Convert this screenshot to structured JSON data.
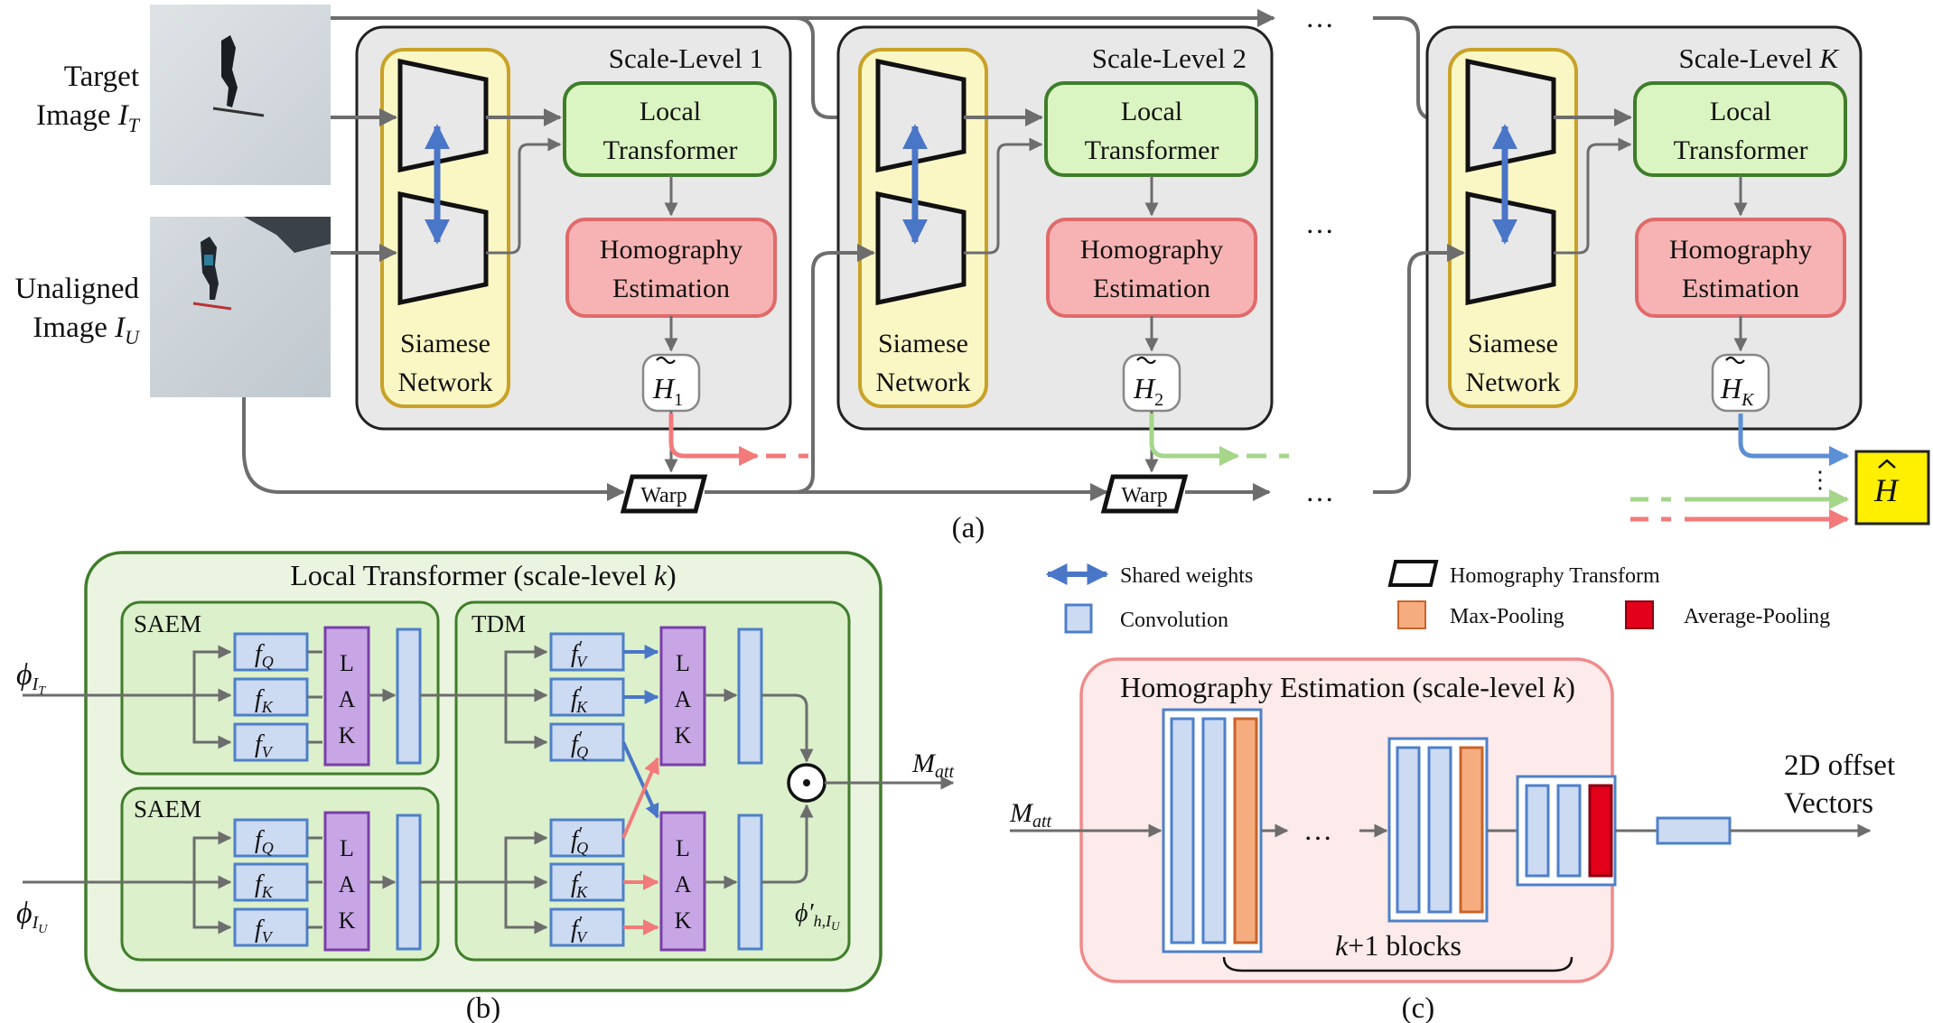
{
  "panel_a": {
    "caption": "(a)",
    "target_label": "Target",
    "target_label2": "Image ",
    "target_symbol": "I",
    "target_sub": "T",
    "unaligned_label": "Unaligned",
    "unaligned_label2": "Image ",
    "unaligned_symbol": "I",
    "unaligned_sub": "U",
    "scale_levels": [
      {
        "title": "Scale-Level 1",
        "h_sub": "1"
      },
      {
        "title": "Scale-Level 2",
        "h_sub": "2"
      },
      {
        "title_prefix": "Scale-Level ",
        "title_var": "K",
        "h_sub": "K"
      }
    ],
    "siamese_line1": "Siamese",
    "siamese_line2": "Network",
    "local_line1": "Local",
    "local_line2": "Transformer",
    "homog_line1": "Homography",
    "homog_line2": "Estimation",
    "h_symbol": "H",
    "warp": "Warp",
    "ellipsis": "…",
    "final_symbol": "H"
  },
  "legend": {
    "shared_weights": "Shared weights",
    "homography_transform": "Homography Transform",
    "convolution": "Convolution",
    "max_pooling": "Max-Pooling",
    "average_pooling": "Average-Pooling"
  },
  "panel_b": {
    "caption": "(b)",
    "title": "Local Transformer (scale-level ",
    "title_var": "k",
    "title_end": ")",
    "saem": "SAEM",
    "tdm": "TDM",
    "f": "f",
    "q": "Q",
    "k": "K",
    "v": "V",
    "lak": [
      "L",
      "A",
      "K"
    ],
    "phi": "ϕ",
    "phi_sub_t": "I",
    "phi_sub_t2": "T",
    "phi_sub_u": "I",
    "phi_sub_u2": "U",
    "phi_h": "ϕ′",
    "phi_h_sub": "h,I",
    "phi_h_sub2": "U",
    "odot": "⊙",
    "m_att": "M",
    "m_att_sub": "att"
  },
  "panel_c": {
    "caption": "(c)",
    "title": "Homography Estimation (scale-level ",
    "title_var": "k",
    "title_end": ")",
    "m_att": "M",
    "m_att_sub": "att",
    "blocks_var": "k",
    "blocks_text": "+1 blocks",
    "output_line1": "2D offset",
    "output_line2": "Vectors",
    "ellipsis": "…"
  },
  "colors": {
    "scale_bg": "#e8e8e8",
    "siamese_bg": "#fbf7c5",
    "siamese_border": "#c9a227",
    "local_bg": "#dbf5c2",
    "local_border": "#3f7d2a",
    "homog_bg": "#f7b3b3",
    "homog_border": "#e06a6a",
    "shared_arrow": "#4a76c8",
    "conv_fill": "#ccdaf2",
    "conv_border": "#4e80c9",
    "max_pool": "#f5ad7f",
    "avg_pool": "#e3001a",
    "lak_fill": "#c8a6e6",
    "lak_border": "#7a3fa8",
    "final_bg": "#ffef00",
    "red_arrow": "#f27a7a",
    "green_arrow": "#a5d68a"
  }
}
